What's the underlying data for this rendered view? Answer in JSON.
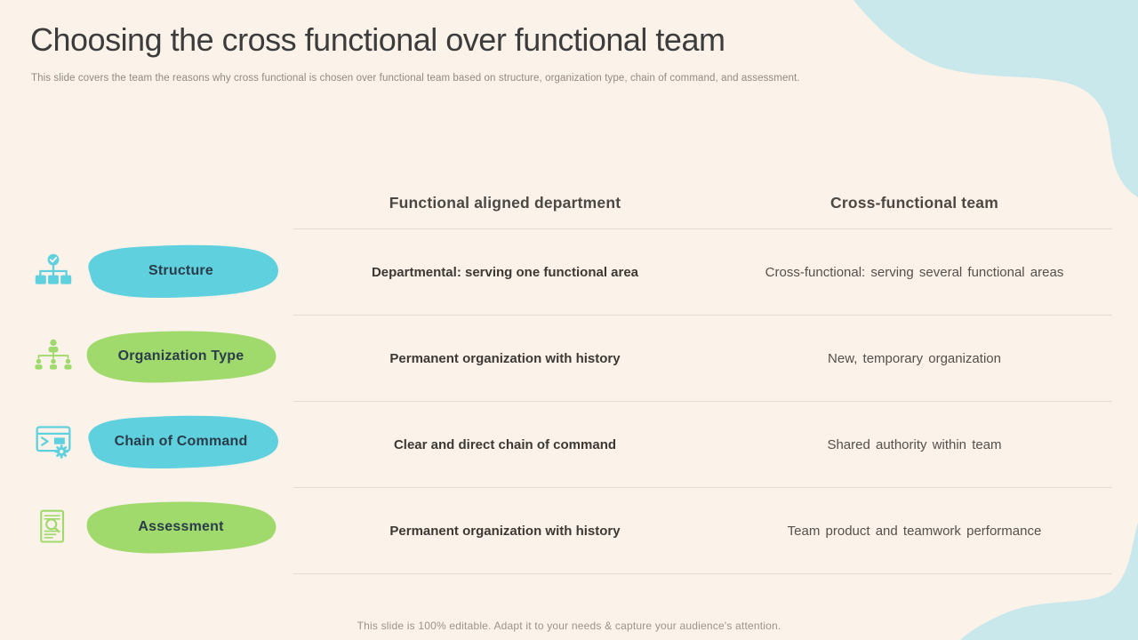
{
  "slide": {
    "title": "Choosing the cross functional over functional team",
    "subtitle": "This slide covers the team the reasons why cross functional is chosen over functional team based on structure, organization type, chain of command, and assessment.",
    "footer": "This slide is 100% editable. Adapt it to your needs & capture your audience's attention."
  },
  "table": {
    "columns": [
      "Functional aligned department",
      "Cross-functional team"
    ],
    "rows": [
      {
        "label": "Structure",
        "icon": "org-structure-check-icon",
        "theme": "teal",
        "functional": "Departmental: serving one functional area",
        "cross_functional": "Cross-functional: serving several functional areas"
      },
      {
        "label": "Organization Type",
        "icon": "people-hierarchy-icon",
        "theme": "green",
        "functional": "Permanent organization with history",
        "cross_functional": "New, temporary organization"
      },
      {
        "label": "Chain of Command",
        "icon": "console-gear-icon",
        "theme": "teal",
        "functional": "Clear and direct chain of command",
        "cross_functional": "Shared authority within team"
      },
      {
        "label": "Assessment",
        "icon": "report-magnifier-icon",
        "theme": "green",
        "functional": "Permanent organization with history",
        "cross_functional": "Team product and teamwork performance"
      }
    ]
  },
  "colors": {
    "background": "#FBF2E9",
    "corner_blob": "#C9E8EB",
    "teal_accent": "#5FD0DE",
    "green_accent": "#A0D96C",
    "label_text": "#2B3C4A",
    "divider": "#E2DCD3"
  }
}
